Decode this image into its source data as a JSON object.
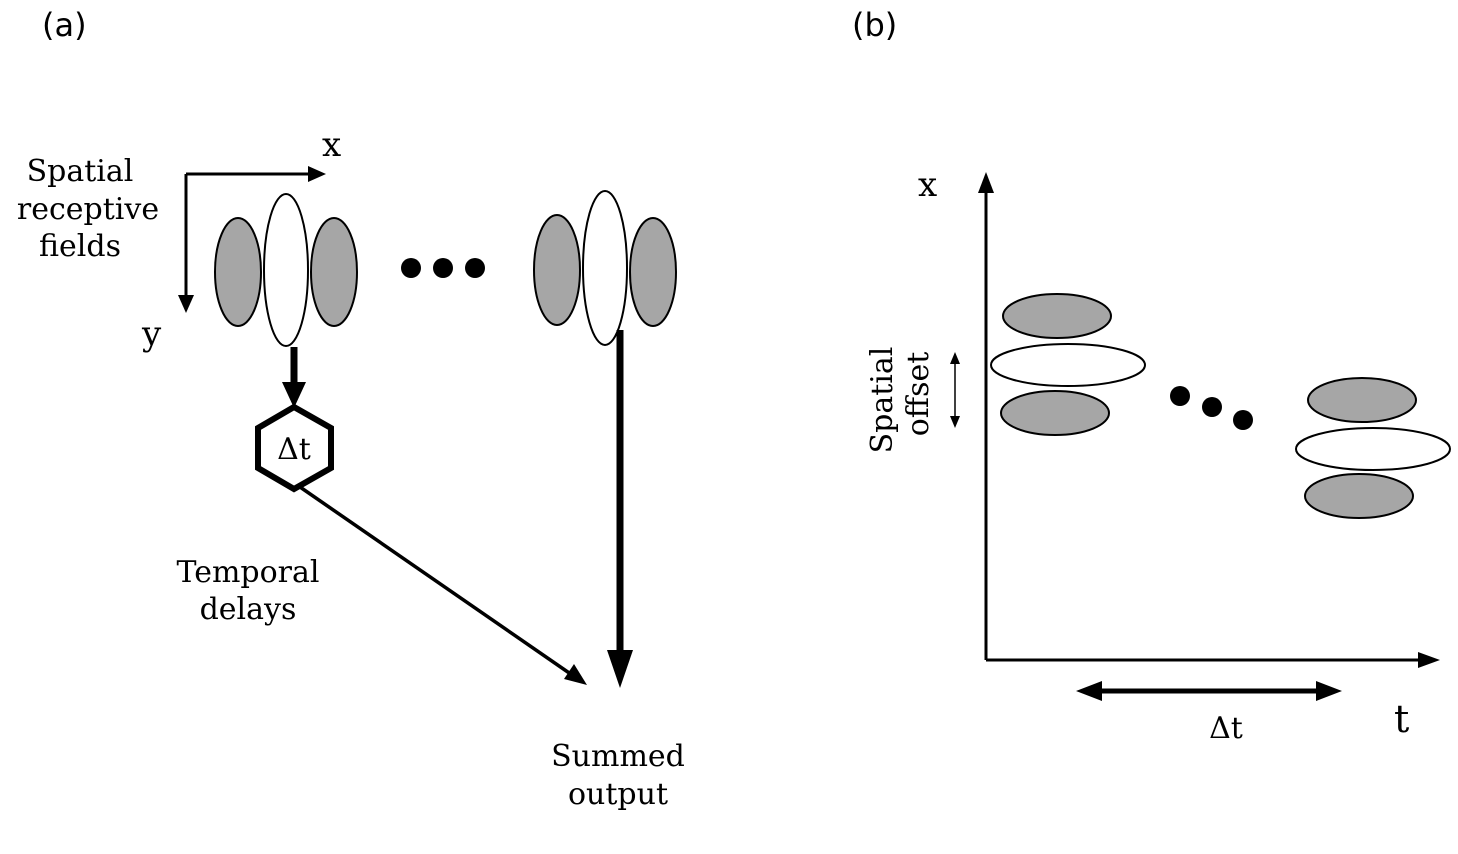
{
  "panel_a": {
    "label": "(a)",
    "axis_x": "x",
    "axis_y": "y",
    "spatial_rf_line1": "Spatial",
    "spatial_rf_line2": "receptive",
    "spatial_rf_line3": "fields",
    "delay_symbol": "Δt",
    "temporal_line1": "Temporal",
    "temporal_line2": "delays",
    "summed_line1": "Summed",
    "summed_line2": "output"
  },
  "panel_b": {
    "label": "(b)",
    "axis_x": "x",
    "axis_t": "t",
    "offset_line1": "Spatial",
    "offset_line2": "offset",
    "delta_t": "Δt"
  },
  "colors": {
    "grey_lobe": "#a6a6a6",
    "white_lobe": "#ffffff",
    "stroke": "#000000"
  }
}
